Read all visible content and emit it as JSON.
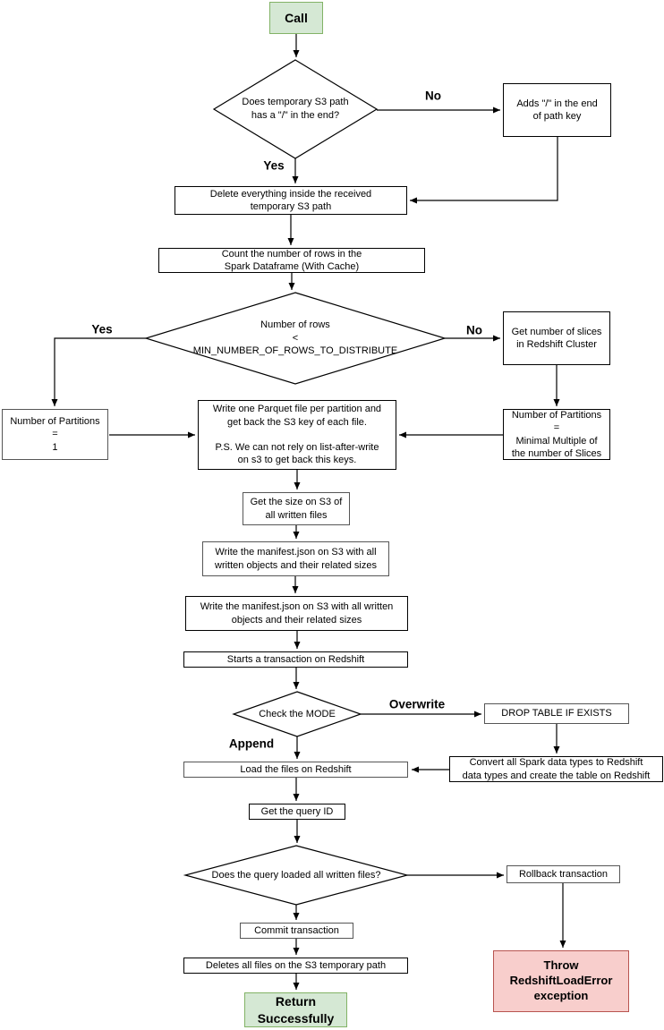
{
  "diagram_title": "Redshift load flowchart",
  "colors": {
    "success_fill": "#d5e8d4",
    "success_border": "#82b366",
    "error_fill": "#f8cecc",
    "error_border": "#b85450",
    "line": "#000000"
  },
  "nodes": {
    "call": {
      "label": "Call",
      "type": "start"
    },
    "check_slash": {
      "label": "Does temporary S3 path\nhas a \"/\" in the end?",
      "type": "decision"
    },
    "adds_slash": {
      "label": "Adds \"/\" in the end\nof path key",
      "type": "process"
    },
    "delete_tmp": {
      "label": "Delete everything inside the received\ntemporary S3 path",
      "type": "process"
    },
    "count_rows": {
      "label": "Count the number of rows in the\nSpark Dataframe (With Cache)",
      "type": "process"
    },
    "check_rows": {
      "label": "Number of rows\n<\nMIN_NUMBER_OF_ROWS_TO_DISTRIBUTE",
      "type": "decision"
    },
    "partitions_one": {
      "label": "Number of Partitions\n=\n1",
      "type": "process"
    },
    "get_slices": {
      "label": "Get number of slices\nin Redshift Cluster",
      "type": "process"
    },
    "partitions_multiple": {
      "label": "Number of Partitions\n=\nMinimal Multiple of\nthe number of Slices",
      "type": "process"
    },
    "write_parquet": {
      "label": "Write one Parquet file per partition and\nget back the S3 key of each file.\n\nP.S. We can not rely on list-after-write\non s3 to get back this keys.",
      "type": "process"
    },
    "get_size": {
      "label": "Get the size on S3 of\nall written files",
      "type": "process"
    },
    "manifest_a": {
      "label": "Write the manifest.json on S3 with all\nwritten objects and their related sizes",
      "type": "process"
    },
    "manifest_b": {
      "label": "Write the manifest.json on S3 with all written\nobjects and their related sizes",
      "type": "process"
    },
    "start_txn": {
      "label": "Starts a transaction on Redshift",
      "type": "process"
    },
    "check_mode": {
      "label": "Check the MODE",
      "type": "decision"
    },
    "drop_table": {
      "label": "DROP TABLE IF EXISTS",
      "type": "process"
    },
    "convert_types": {
      "label": "Convert all Spark data types to Redshift\ndata types and create the table on Redshift",
      "type": "process"
    },
    "load_files": {
      "label": "Load the files on Redshift",
      "type": "process"
    },
    "query_id": {
      "label": "Get the query ID",
      "type": "process"
    },
    "check_loaded": {
      "label": "Does the query loaded all written files?",
      "type": "decision"
    },
    "rollback": {
      "label": "Rollback transaction",
      "type": "process"
    },
    "commit": {
      "label": "Commit transaction",
      "type": "process"
    },
    "delete_files": {
      "label": "Deletes all files on the S3 temporary path",
      "type": "process"
    },
    "return_ok": {
      "label": "Return\nSuccessfully",
      "type": "end-success"
    },
    "throw_err": {
      "label": "Throw\nRedshiftLoadError\nexception",
      "type": "end-error"
    }
  },
  "edge_labels": {
    "no1": "No",
    "yes1": "Yes",
    "yes2": "Yes",
    "no2": "No",
    "overwrite": "Overwrite",
    "append": "Append"
  }
}
